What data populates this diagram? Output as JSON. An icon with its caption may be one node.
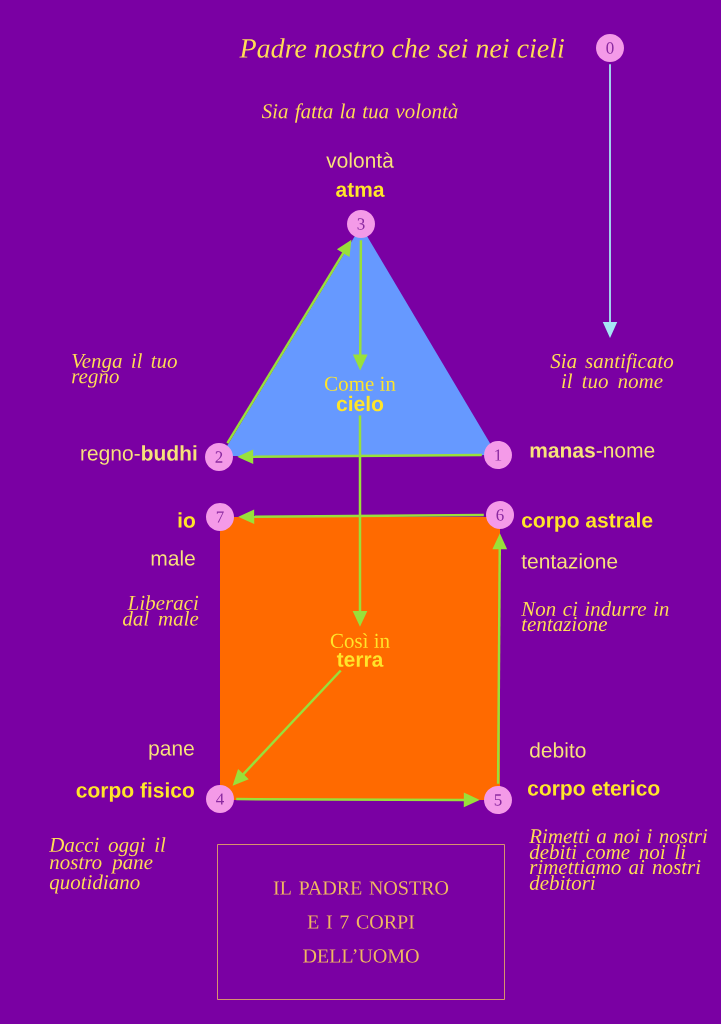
{
  "diagram": {
    "nodes": [
      {
        "text": [
          "0"
        ],
        "beside": [
          "Padre nostro che sei nei cieli"
        ]
      },
      {
        "text": [
          "1"
        ],
        "beside": [
          "**manas**-nome",
          "Sia santificato il tuo nome"
        ]
      },
      {
        "text": [
          "2"
        ],
        "beside": [
          "regno-**budhi**",
          "Venga il tuo regno"
        ]
      },
      {
        "text": [
          "3"
        ],
        "beside": [
          "Sia fatta la tua volontà",
          "volontà",
          "atma"
        ]
      },
      {
        "text": [
          "4"
        ],
        "beside": [
          "pane",
          "corpo fisico",
          "Dacci oggi il nostro pane quotidiano"
        ]
      },
      {
        "text": [
          "5"
        ],
        "beside": [
          "debito",
          "corpo eterico",
          "Rimetti a noi i nostri debiti come noi li rimettiamo ai nostri debitori"
        ]
      },
      {
        "text": [
          "6"
        ],
        "beside": [
          "corpo astrale",
          "tentazione",
          "Non ci indurre in tentazione"
        ]
      },
      {
        "text": [
          "7"
        ],
        "beside": [
          "io",
          "male",
          "Liberaci dal male"
        ]
      },
      {
        "text": [
          "Come in",
          "cielo"
        ]
      },
      {
        "text": [
          "Così in",
          "terra"
        ]
      },
      {
        "text": [
          "IL PADRE NOSTRO E I 7 CORPI DELL’UOMO"
        ]
      }
    ],
    "edges": [
      {
        "from": 0,
        "to": null,
        "arrow": "to",
        "color": "#a6e6f5"
      },
      {
        "from": 2,
        "to": 3,
        "arrow": "to"
      },
      {
        "from": 3,
        "to": 8,
        "arrow": "to"
      },
      {
        "from": 1,
        "to": 2,
        "arrow": "to"
      },
      {
        "from": 8,
        "to": 9,
        "arrow": "to"
      },
      {
        "from": 6,
        "to": 7,
        "arrow": "to"
      },
      {
        "from": 9,
        "to": 4,
        "arrow": "to"
      },
      {
        "from": 4,
        "to": 5,
        "arrow": "to"
      },
      {
        "from": 5,
        "to": 6,
        "arrow": "to"
      }
    ]
  }
}
